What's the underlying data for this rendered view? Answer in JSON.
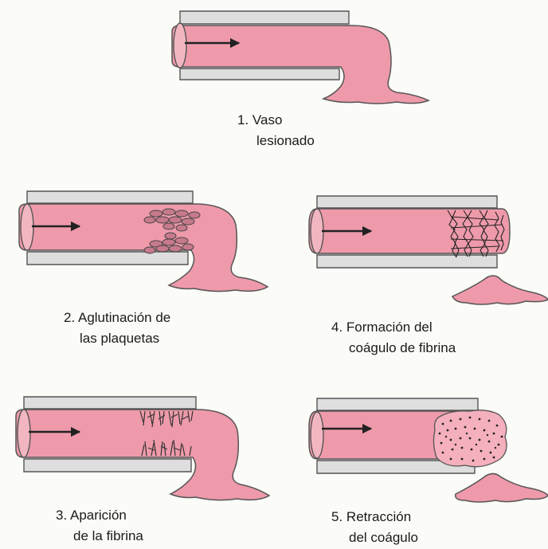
{
  "steps": [
    {
      "number": "1.",
      "line1": "Vaso",
      "line2": "lesionado"
    },
    {
      "number": "2.",
      "line1": "Aglutinación de",
      "line2": "las plaquetas"
    },
    {
      "number": "3.",
      "line1": "Aparición",
      "line2": "de la fibrina"
    },
    {
      "number": "4.",
      "line1": "Formación del",
      "line2": "coágulo de fibrina"
    },
    {
      "number": "5.",
      "line1": "Retracción",
      "line2": "del coágulo"
    }
  ],
  "colors": {
    "blood": "#ee9aaa",
    "blood_outline": "#555555",
    "vessel_wall": "#dedede",
    "arrow": "#222222",
    "platelets": "#c77a8c",
    "fibrin": "#333333",
    "background": "#fbfbf8"
  }
}
